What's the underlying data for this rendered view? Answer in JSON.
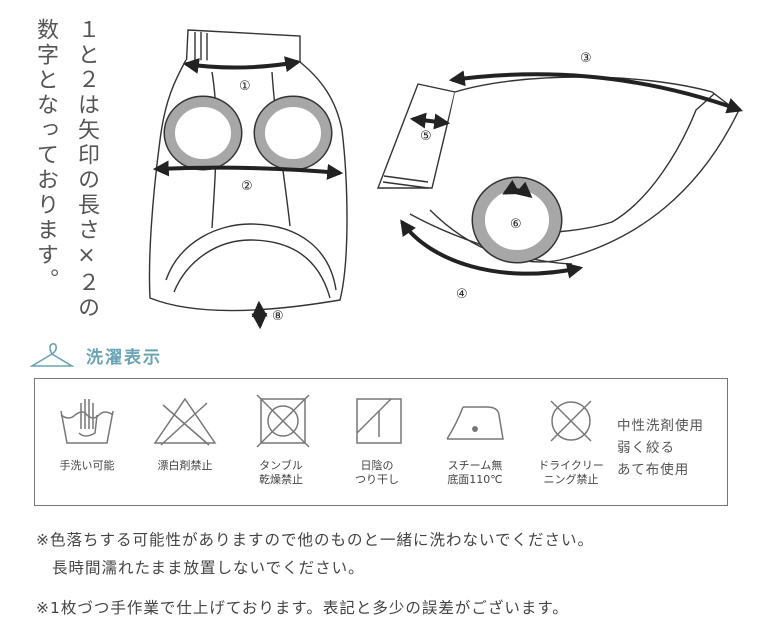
{
  "vertical_note": {
    "col1": "１と２は矢印の長さ×２の",
    "col2": "数字となっております。"
  },
  "markers": [
    "①",
    "②",
    "③",
    "④",
    "⑤",
    "⑥",
    "⑧"
  ],
  "wash": {
    "heading": "洗濯表示",
    "items": [
      {
        "icon": "hand-wash-icon",
        "caption": "手洗い可能"
      },
      {
        "icon": "no-bleach-icon",
        "caption": "漂白剤禁止"
      },
      {
        "icon": "no-tumble-dry-icon",
        "caption": "タンブル\n乾燥禁止"
      },
      {
        "icon": "shade-line-dry-icon",
        "caption": "日陰の\nつり干し"
      },
      {
        "icon": "steam-iron-icon",
        "caption": "スチーム無\n底面110℃"
      },
      {
        "icon": "no-dry-clean-icon",
        "caption": "ドライクリー\nニング禁止"
      }
    ],
    "note": "中性洗剤使用\n弱く絞る\nあて布使用"
  },
  "notes": {
    "line1": "※色落ちする可能性がありますので他のものと一緒に洗わないでください。",
    "line2": "長時間濡れたまま放置しないでください。",
    "line3": "※1枚づつ手作業で仕上げております。表記と多少の誤差がございます。"
  }
}
